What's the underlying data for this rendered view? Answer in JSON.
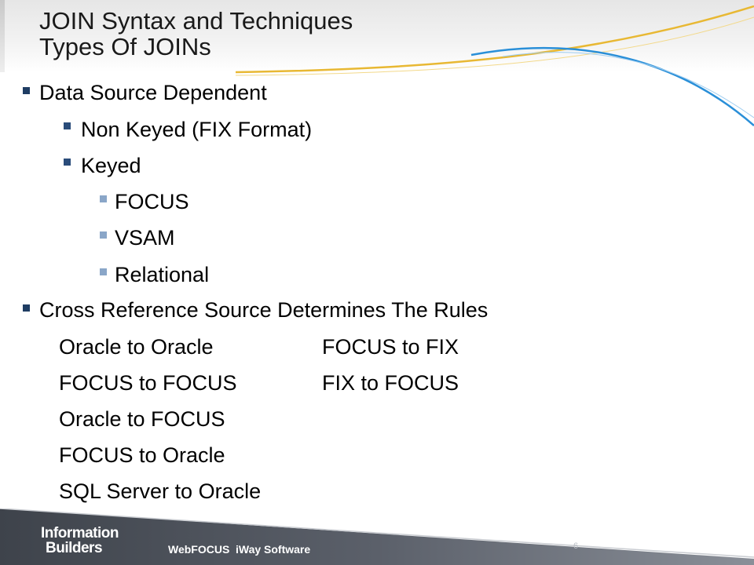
{
  "slide": {
    "title_line1": "JOIN Syntax and Techniques",
    "title_line2": "Types Of JOINs"
  },
  "bullets": {
    "data_source": "Data Source Dependent",
    "non_keyed": "Non Keyed (FIX Format)",
    "keyed": "Keyed",
    "focus": "FOCUS",
    "vsam": "VSAM",
    "relational": "Relational",
    "cross_ref": "Cross Reference Source Determines The Rules"
  },
  "combinations": {
    "left": [
      "Oracle to Oracle",
      "FOCUS to FOCUS",
      "Oracle to FOCUS",
      "FOCUS to Oracle",
      "SQL Server to Oracle"
    ],
    "right": [
      "FOCUS to FIX",
      "FIX to FOCUS"
    ]
  },
  "footer": {
    "logo_line1": "Information",
    "logo_line2": "Builders",
    "product1": "WebFOCUS",
    "product2": "iWay Software",
    "page": "6"
  },
  "colors": {
    "bullet_level1": "#1f3d63",
    "bullet_level3": "#8aa6c8",
    "footer_gray": "#4a4f58",
    "swoosh_blue": "#2a8fd8",
    "swoosh_gold": "#e8b833"
  }
}
